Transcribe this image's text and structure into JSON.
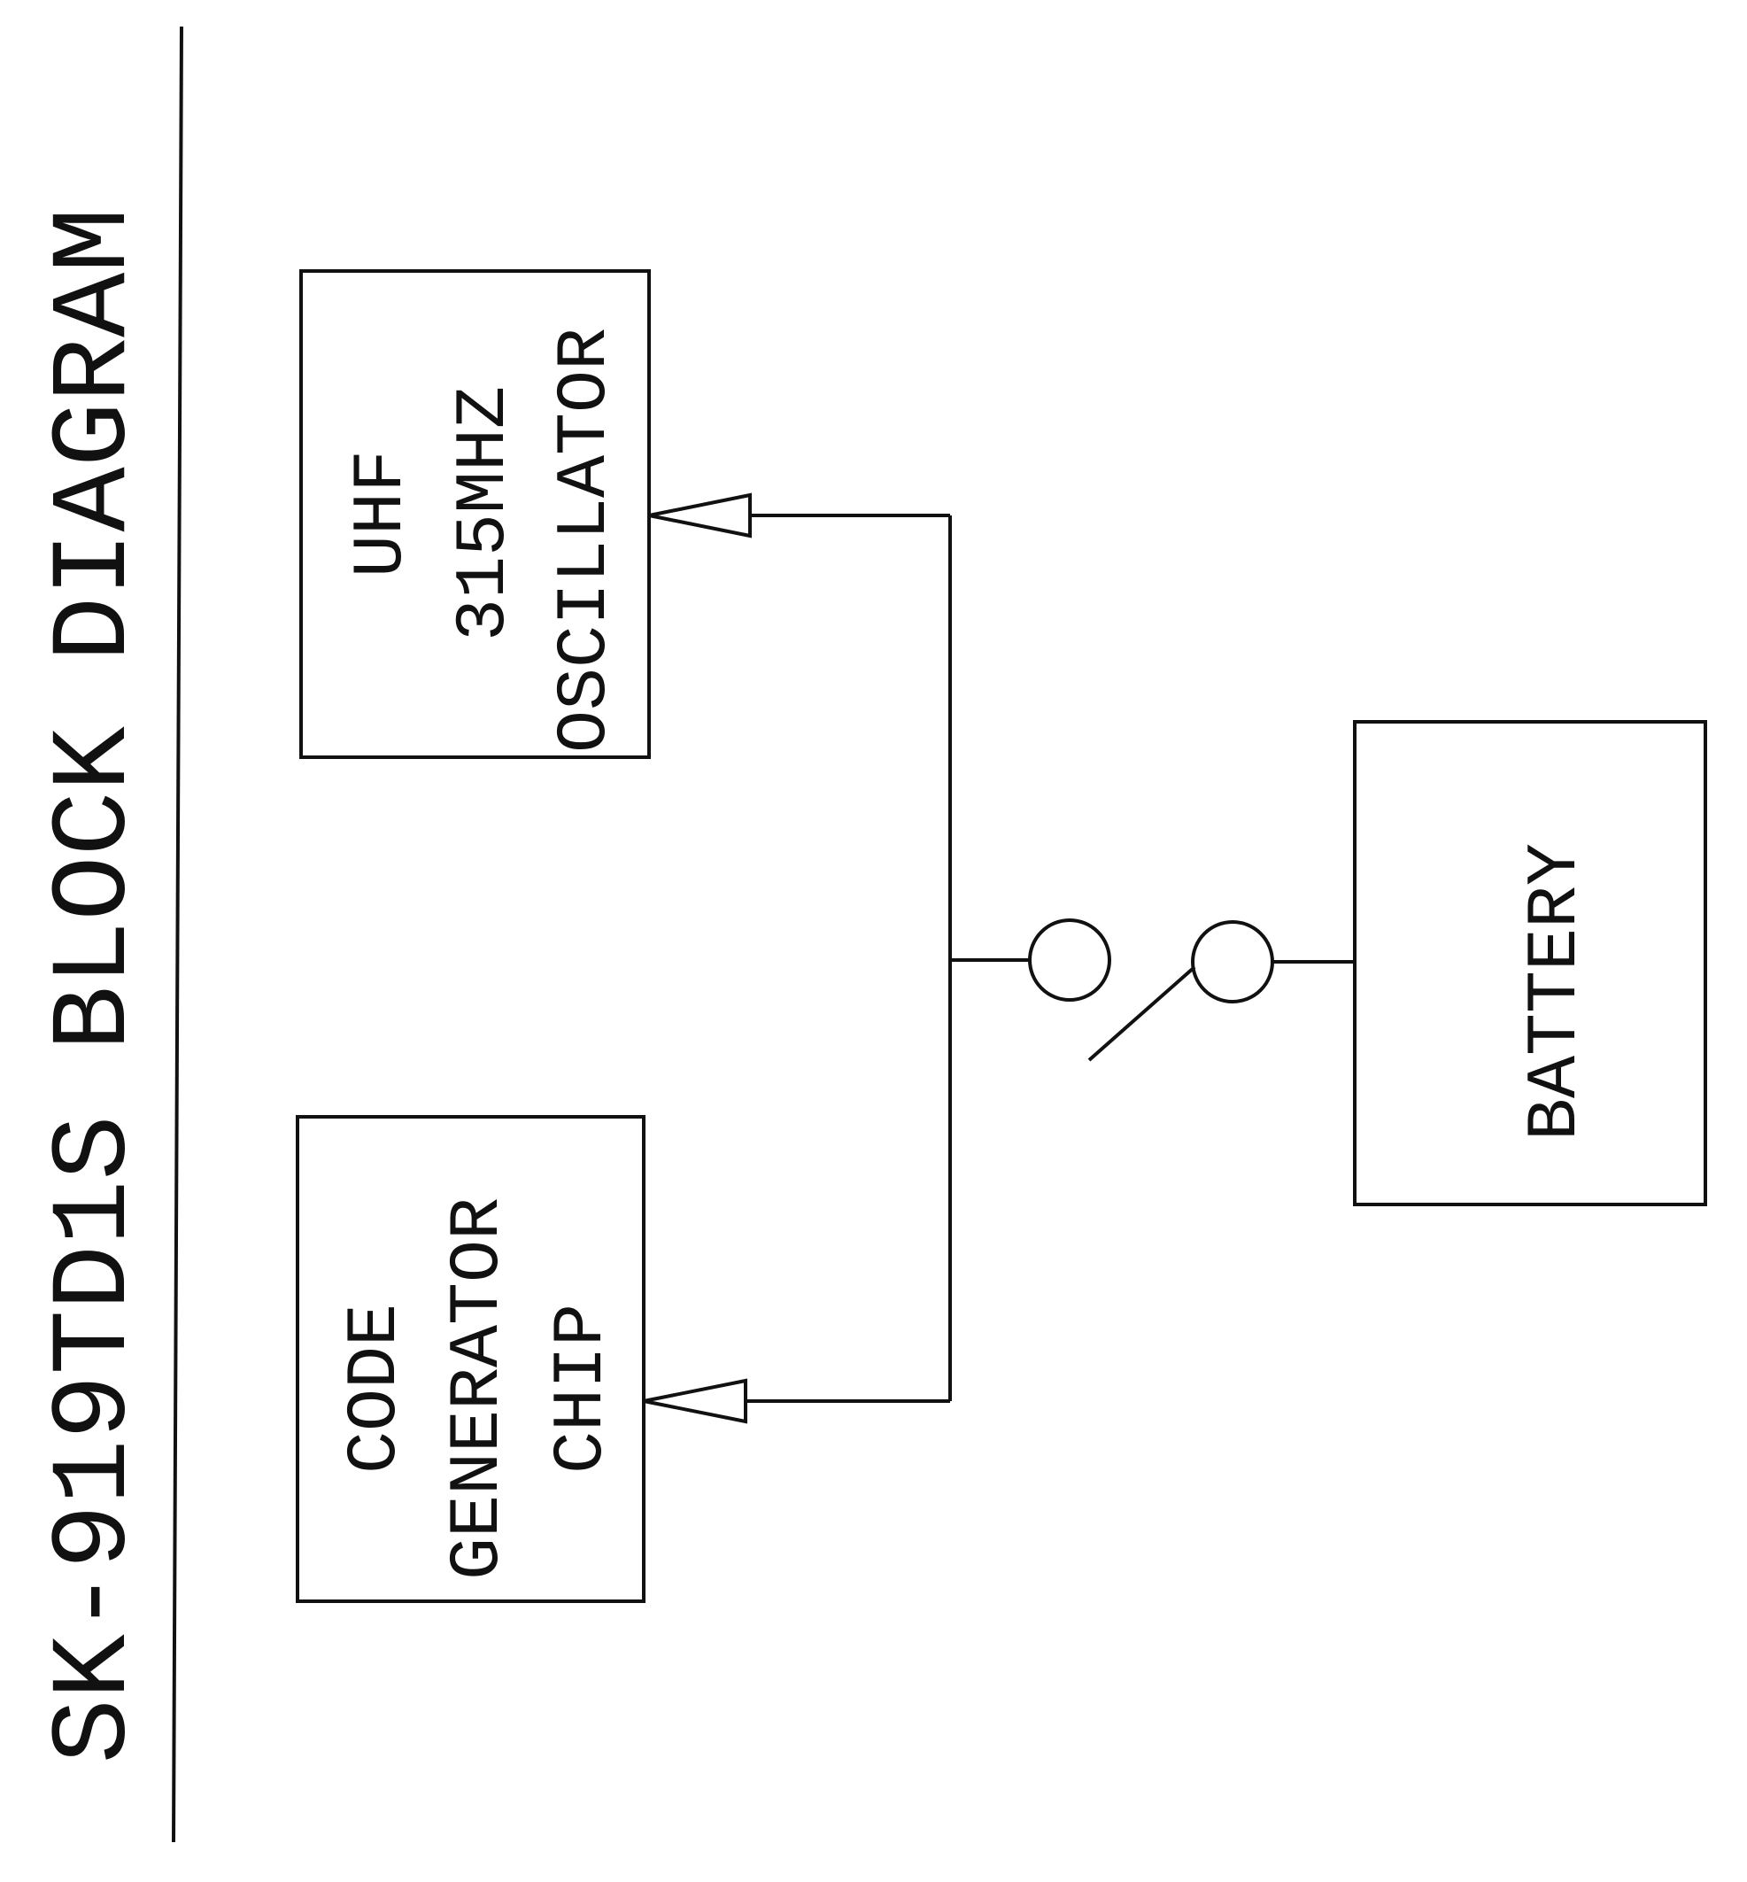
{
  "title": "SK-919TD1S BLOCK DIAGRAM",
  "blocks": {
    "oscillator": {
      "lines": [
        "UHF",
        "315MHZ",
        "OSCILLATOR"
      ]
    },
    "code_generator": {
      "lines": [
        "CODE",
        "GENERATOR",
        "CHIP"
      ]
    },
    "battery": {
      "lines": [
        "BATTERY"
      ]
    }
  },
  "switch": {
    "state": "open"
  }
}
